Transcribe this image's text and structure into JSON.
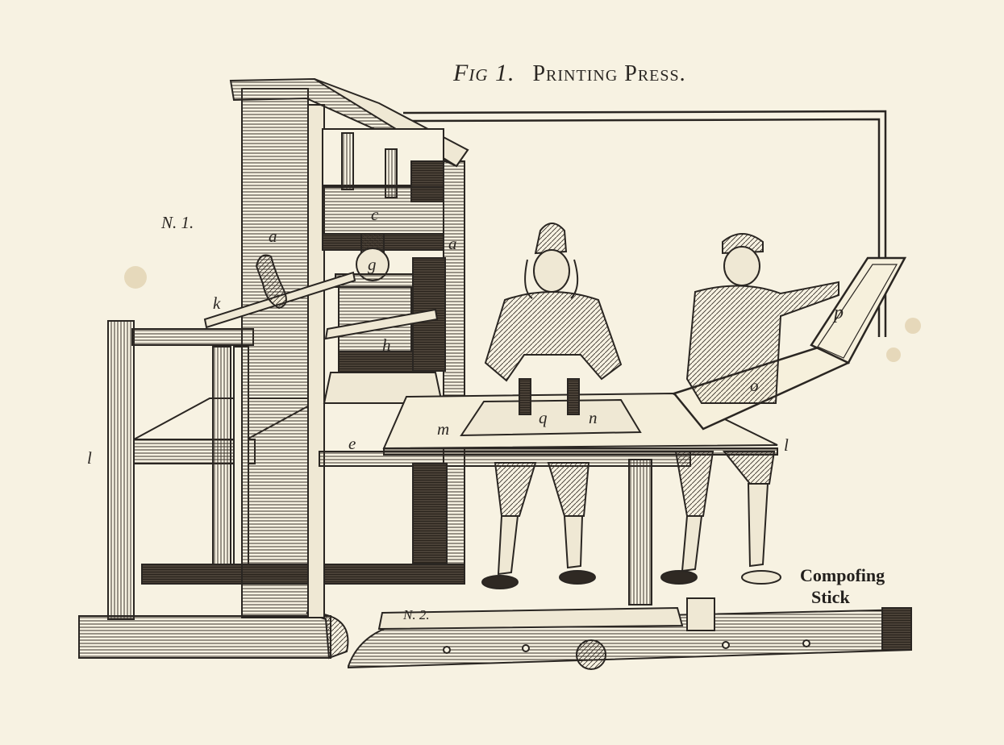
{
  "plate": {
    "figure_ref": "Fig 1.",
    "title": "Printing Press."
  },
  "caption": {
    "line1": "Compofing",
    "line2": "Stick"
  },
  "labels": {
    "n1": "N. 1.",
    "n2": "N. 2.",
    "a_top": "a",
    "a_right": "a",
    "c": "c",
    "g": "g",
    "k": "k",
    "h": "h",
    "l_left": "l",
    "l_right": "l",
    "e": "e",
    "m": "m",
    "q": "q",
    "n": "n",
    "o": "o",
    "p": "p"
  },
  "colors": {
    "paper": "#f7f2e2",
    "ink": "#2a2622",
    "stain": "#d9c49a"
  }
}
